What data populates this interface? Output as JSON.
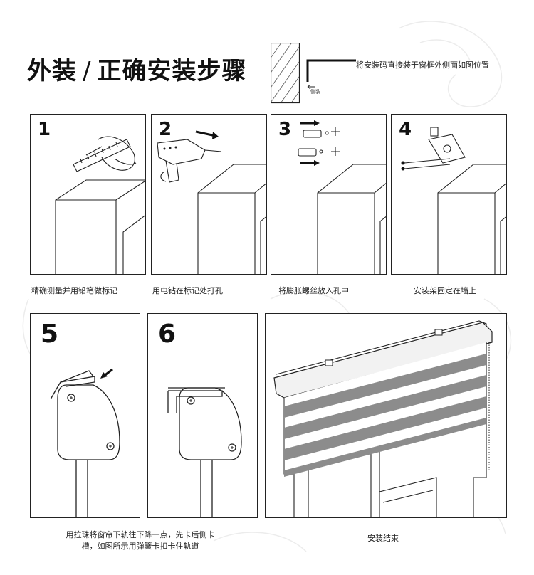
{
  "header": {
    "title_main": "外装",
    "title_sep": "/",
    "title_sub": "正确安装步骤",
    "note": "将安装码直接装于窗框外侧面如图位置",
    "note_small": "侧装"
  },
  "steps": [
    {
      "num": "1",
      "caption": "精确测量并用铅笔做标记"
    },
    {
      "num": "2",
      "caption": "用电钻在标记处打孔"
    },
    {
      "num": "3",
      "caption": "将膨胀螺丝放入孔中"
    },
    {
      "num": "4",
      "caption": "安装架固定在墙上"
    },
    {
      "num": "5",
      "caption_line1": "用拉珠将窗帘下轨往下降一点，先卡后侧卡",
      "caption_line2": "槽，如图所示用弹簧卡扣卡住轨道"
    },
    {
      "num": "6"
    },
    {
      "caption": "安装结束"
    }
  ],
  "colors": {
    "line": "#222222",
    "stripe": "#8c8c8c",
    "bg": "#ffffff"
  }
}
